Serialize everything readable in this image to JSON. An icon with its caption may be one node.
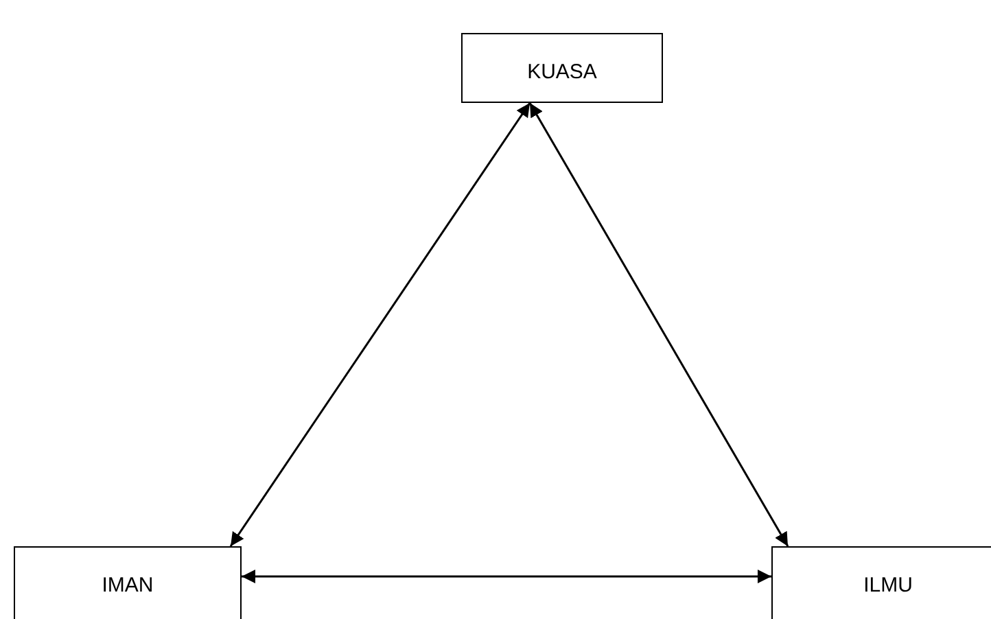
{
  "diagram": {
    "nodes": [
      {
        "text": [
          "KUASA"
        ]
      },
      {
        "text": [
          "IMAN"
        ]
      },
      {
        "text": [
          "ILMU"
        ]
      }
    ],
    "edges": [
      {
        "from": 0,
        "to": 1,
        "arrow": "both"
      },
      {
        "from": 0,
        "to": 2,
        "arrow": "both"
      },
      {
        "from": 1,
        "to": 2,
        "arrow": "both"
      }
    ]
  }
}
